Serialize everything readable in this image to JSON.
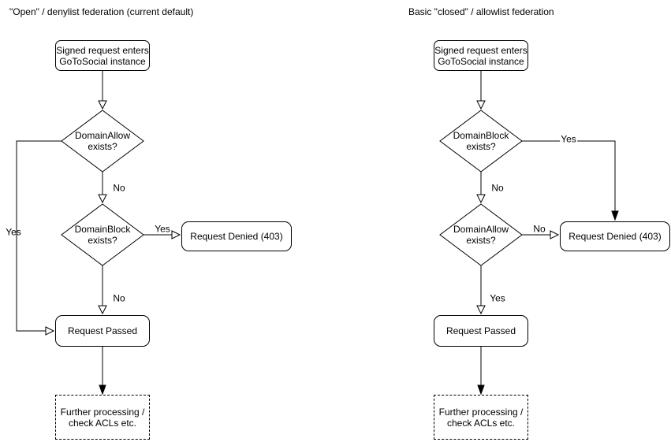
{
  "colors": {
    "background": "#ffffff",
    "stroke": "#000000",
    "text": "#000000",
    "node_fill": "#ffffff"
  },
  "charts": [
    {
      "title": "\"Open\" / denylist federation (current default)",
      "nodes": {
        "start": "Signed request enters\nGoToSocial instance",
        "decision1": "DomainAllow\nexists?",
        "decision2": "DomainBlock\nexists?",
        "denied": "Request Denied (403)",
        "passed": "Request Passed",
        "further": "Further processing /\ncheck ACLs etc."
      },
      "labels": {
        "decision1_branch": "Yes",
        "decision1_down": "No",
        "decision2_branch": "Yes",
        "decision2_down": "No"
      }
    },
    {
      "title": "Basic \"closed\" / allowlist federation",
      "nodes": {
        "start": "Signed request enters\nGoToSocial instance",
        "decision1": "DomainBlock\nexists?",
        "decision2": "DomainAllow\nexists?",
        "denied": "Request Denied (403)",
        "passed": "Request Passed",
        "further": "Further processing /\ncheck ACLs etc."
      },
      "labels": {
        "decision1_branch": "Yes",
        "decision1_down": "No",
        "decision2_branch": "No",
        "decision2_down": "Yes"
      }
    }
  ]
}
